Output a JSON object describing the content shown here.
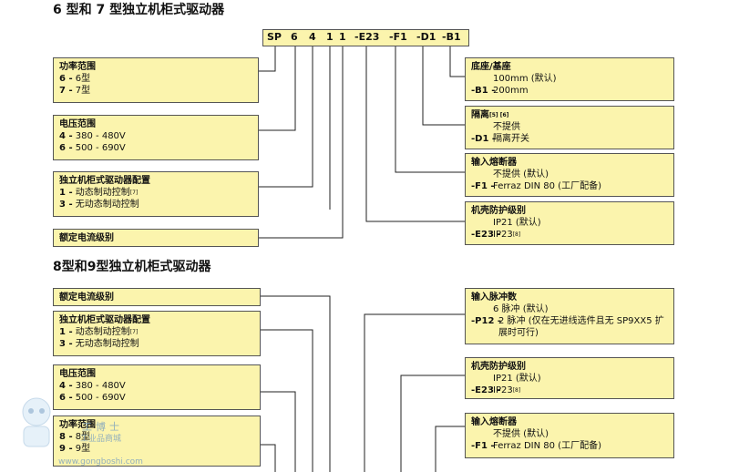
{
  "section1": {
    "title": "6 型和 7 型独立机柜式驱动器",
    "code": [
      "SP",
      "6",
      "4",
      "1",
      "1",
      "-E23",
      "-F1",
      "-D1",
      "-B1"
    ],
    "left_boxes": [
      {
        "heading": "功率范围",
        "rows": [
          {
            "code": "6 -",
            "text": "6型"
          },
          {
            "code": "7 -",
            "text": "7型"
          }
        ]
      },
      {
        "heading": "电压范围",
        "rows": [
          {
            "code": "4 -",
            "text": "380 - 480V"
          },
          {
            "code": "6 -",
            "text": "500 - 690V"
          }
        ]
      },
      {
        "heading": "独立机柜式驱动器配置",
        "rows": [
          {
            "code": "1 -",
            "text": "动态制动控制",
            "sup": "[7]"
          },
          {
            "code": "3 -",
            "text": "无动态制动控制"
          }
        ]
      },
      {
        "heading": "额定电流级别",
        "rows": []
      }
    ],
    "right_boxes": [
      {
        "heading": "底座/基座",
        "heading_sup": "",
        "rows": [
          {
            "code": "",
            "text": "100mm (默认)"
          },
          {
            "code": "-B1 -",
            "text": "200mm"
          }
        ]
      },
      {
        "heading": "隔离",
        "heading_sup": "[5] [6]",
        "rows": [
          {
            "code": "",
            "text": "不提供"
          },
          {
            "code": "-D1 -",
            "text": "隔离开关"
          }
        ]
      },
      {
        "heading": "输入熔断器",
        "heading_sup": "",
        "rows": [
          {
            "code": "",
            "text": "不提供 (默认)"
          },
          {
            "code": "-F1 -",
            "text": "Ferraz DIN 80 (工厂配备)"
          }
        ]
      },
      {
        "heading": "机壳防护级别",
        "heading_sup": "",
        "rows": [
          {
            "code": "",
            "text": "IP21 (默认)"
          },
          {
            "code": "-E23 -",
            "text": "IP23",
            "sup": "[8]"
          }
        ]
      }
    ]
  },
  "section2": {
    "title": "8型和9型独立机柜式驱动器",
    "left_boxes": [
      {
        "heading": "额定电流级别",
        "rows": []
      },
      {
        "heading": "独立机柜式驱动器配置",
        "rows": [
          {
            "code": "1 -",
            "text": "动态制动控制",
            "sup": "[7]"
          },
          {
            "code": "3 -",
            "text": "无动态制动控制"
          }
        ]
      },
      {
        "heading": "电压范围",
        "rows": [
          {
            "code": "4 -",
            "text": "380 - 480V"
          },
          {
            "code": "6 -",
            "text": "500 - 690V"
          }
        ]
      },
      {
        "heading": "功率范围",
        "rows": [
          {
            "code": "8 -",
            "text": "8型"
          },
          {
            "code": "9 -",
            "text": "9型"
          }
        ]
      }
    ],
    "right_boxes": [
      {
        "heading": "输入脉冲数",
        "rows": [
          {
            "code": "",
            "text": "6 脉冲 (默认)"
          },
          {
            "code": "-P12 -",
            "text": "2 脉冲 (仅在无进线选件且无 SP9XX5 扩展时可行)"
          }
        ]
      },
      {
        "heading": "机壳防护级别",
        "rows": [
          {
            "code": "",
            "text": "IP21 (默认)"
          },
          {
            "code": "-E23 -",
            "text": "IP23",
            "sup": "[8]"
          }
        ]
      },
      {
        "heading": "输入熔断器",
        "rows": [
          {
            "code": "",
            "text": "不提供 (默认)"
          },
          {
            "code": "-F1 -",
            "text": "Ferraz DIN 80 (工厂配备)"
          }
        ]
      }
    ]
  },
  "watermark": {
    "name": "工博士",
    "subtitle": "工业品商城",
    "url": "www.gongboshi.com"
  }
}
